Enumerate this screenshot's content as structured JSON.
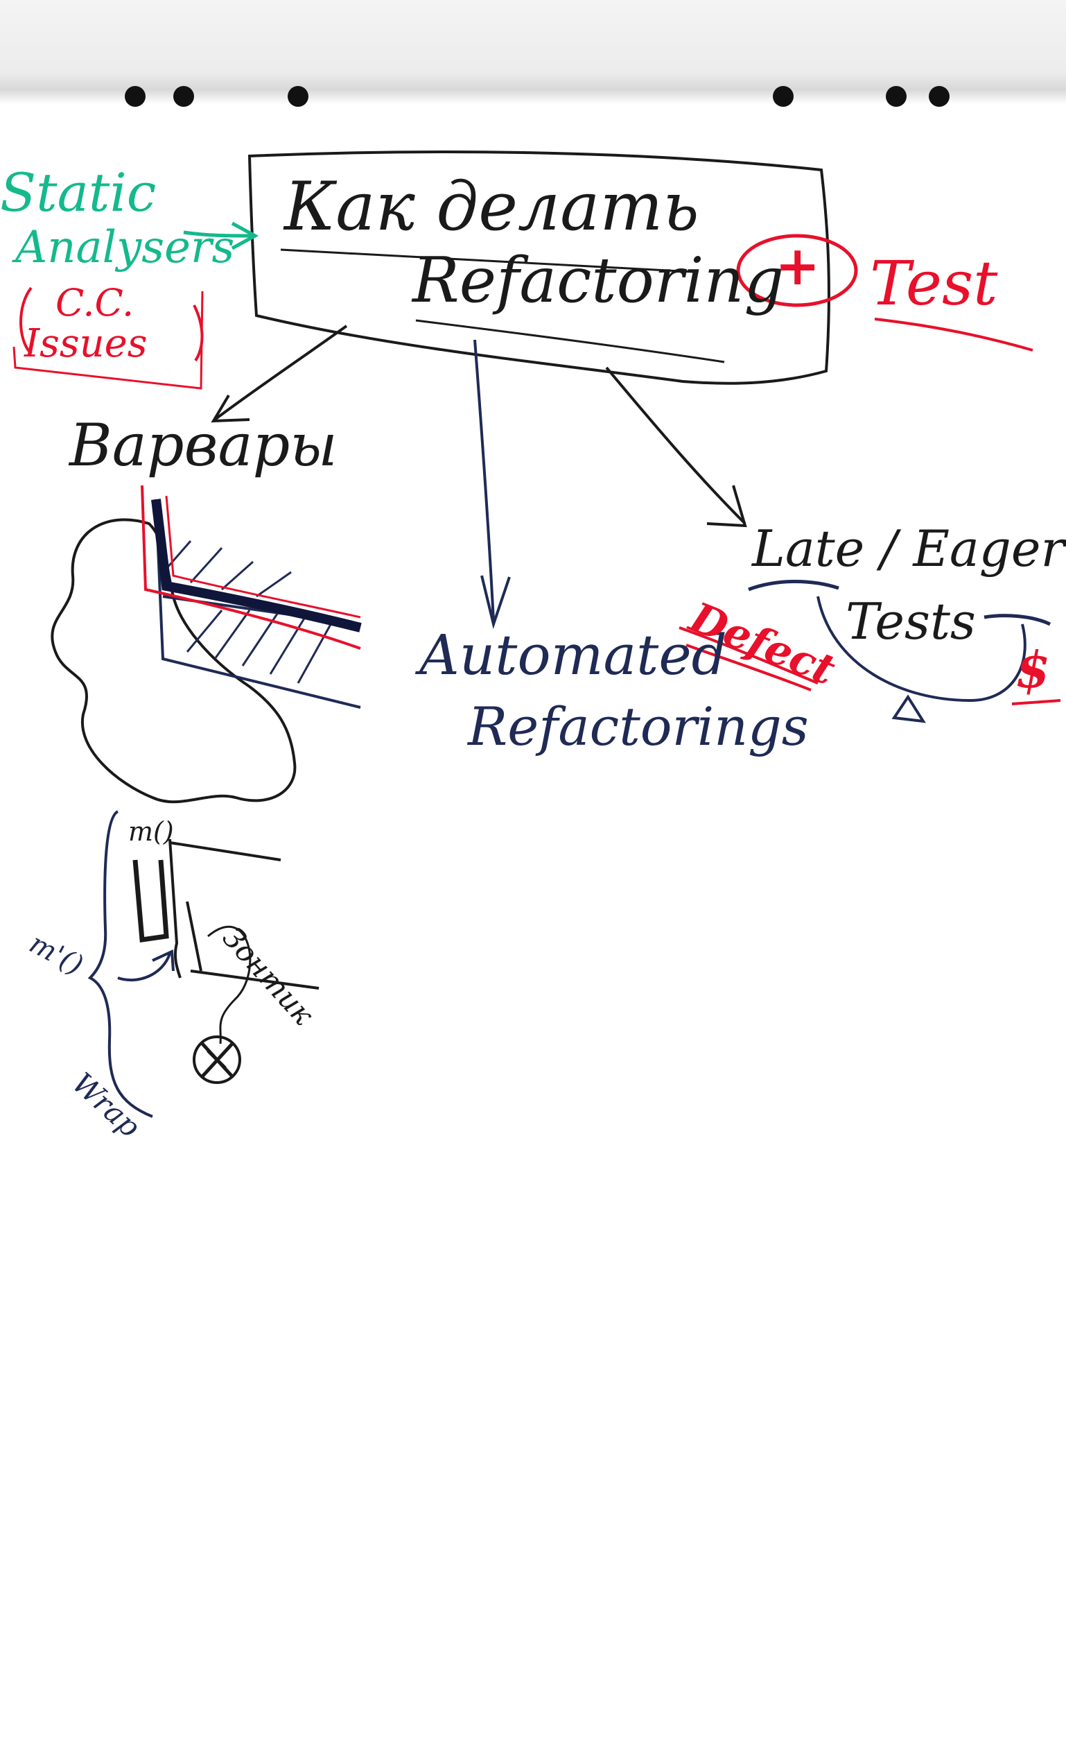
{
  "title": {
    "line1": "Как делать",
    "line2": "Refactoring"
  },
  "static_analysis": {
    "line1": "Static",
    "line2": "Analysers",
    "cc": "C.C.",
    "issues": "Issues"
  },
  "plus_test": {
    "symbol": "+",
    "label": "Test"
  },
  "branches": {
    "barbarians": "Варвары",
    "automated_line1": "Automated",
    "automated_line2": "Refactorings",
    "late_eager_line1": "Late / Eager",
    "late_eager_line2": "Tests",
    "defect": "Defect",
    "dollar": "$"
  },
  "wrapper_sketch": {
    "m1": "m()",
    "m2": "m'()",
    "handle": "Зонтик",
    "wrapper": "Wrap"
  },
  "colors": {
    "black_marker": "#1a1a1a",
    "navy_marker": "#1f2a55",
    "red_marker": "#e8102a",
    "green_marker": "#14b98c"
  }
}
